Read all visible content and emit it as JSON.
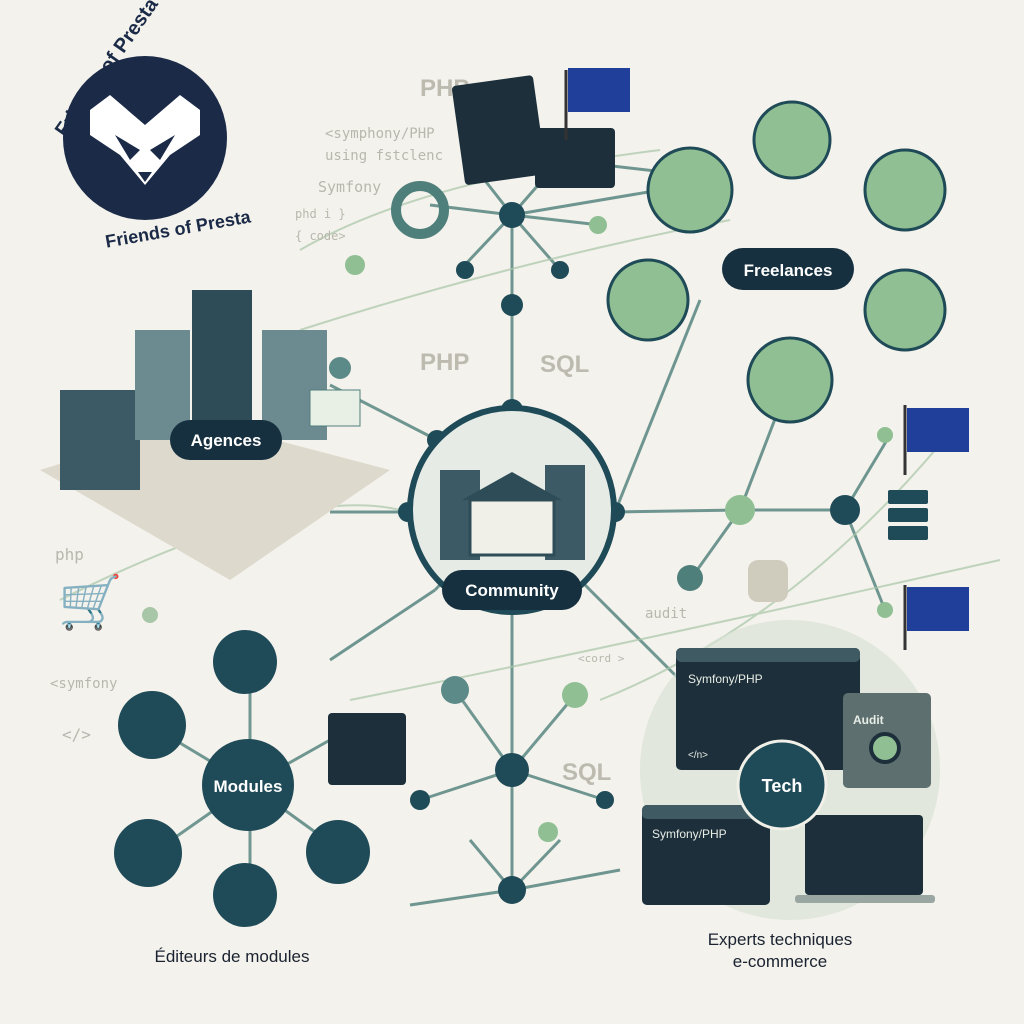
{
  "logo": {
    "text_top": "Friends of Presta",
    "text_bottom": "Friends of Presta"
  },
  "background_text": {
    "php_top": "PHP",
    "code_line1": "<symphony/PHP",
    "code_line2": "using fstclenc",
    "symfony": "Symfony",
    "code_line3": "phd i }",
    "code_line4": "{ code>",
    "php_center": "PHP",
    "sql_center": "SQL",
    "php_left": "php",
    "symfony_left": "<symfony",
    "tag_left": "</>",
    "audit": "audit",
    "cord": "<cord >",
    "sql_bottom": "SQL"
  },
  "nodes": {
    "agences": "Agences",
    "freelances": "Freelances",
    "community": "Community",
    "modules": "Modules",
    "tech": "Tech"
  },
  "captions": {
    "editeurs": "Éditeurs de modules",
    "experts_line1": "Experts techniques",
    "experts_line2": "e-commerce"
  },
  "tech_windows": {
    "window1_title": "Symfony/PHP",
    "window1_close": "</n>",
    "audit_title": "Audit",
    "window2_title": "Symfony/PHP"
  },
  "colors": {
    "navy": "#1b2a47",
    "dark_teal": "#1f4a57",
    "sage": "#8fbf92",
    "background": "#f3f2ec",
    "eu_blue": "#1f3f9a"
  }
}
